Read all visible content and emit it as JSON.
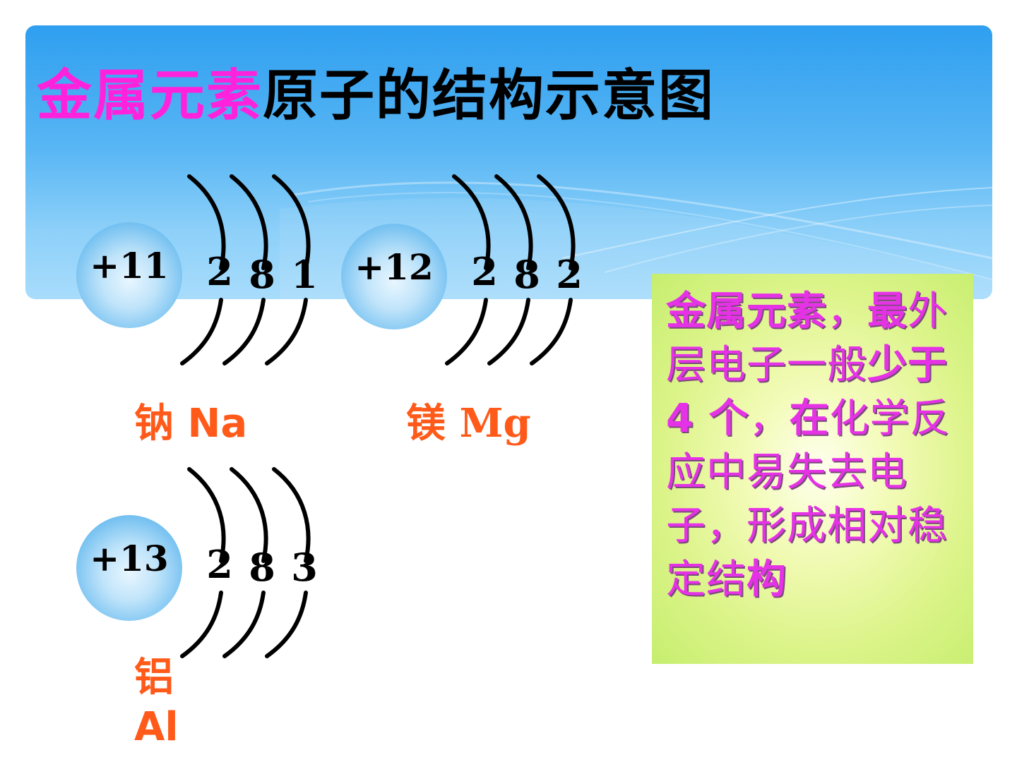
{
  "title": {
    "highlight": "金属元素",
    "rest": "原子的结构示意图"
  },
  "atoms": [
    {
      "charge": "+11",
      "shells": [
        "2",
        "8",
        "1"
      ],
      "name": "钠",
      "symbol": "Na"
    },
    {
      "charge": "+12",
      "shells": [
        "2",
        "8",
        "2"
      ],
      "name": "镁",
      "symbol": "Mg"
    },
    {
      "charge": "+13",
      "shells": [
        "2",
        "8",
        "3"
      ],
      "name": "铝",
      "symbol": "Al"
    }
  ],
  "note": {
    "part1": "金属元素",
    "part2": "，",
    "part3": "最",
    "part4": "外层电子一般",
    "part5": "少于 4 个",
    "part6": "，",
    "part7": "在",
    "part8": "化学反应中易失去电子，形成相对稳定结",
    "part9": "构"
  },
  "colors": {
    "banner": "#4fb3f3",
    "title_highlight": "#ff22dd",
    "element_label": "#ff5a1a",
    "note_background": "#d8f28a",
    "note_text": "#e632e6"
  }
}
